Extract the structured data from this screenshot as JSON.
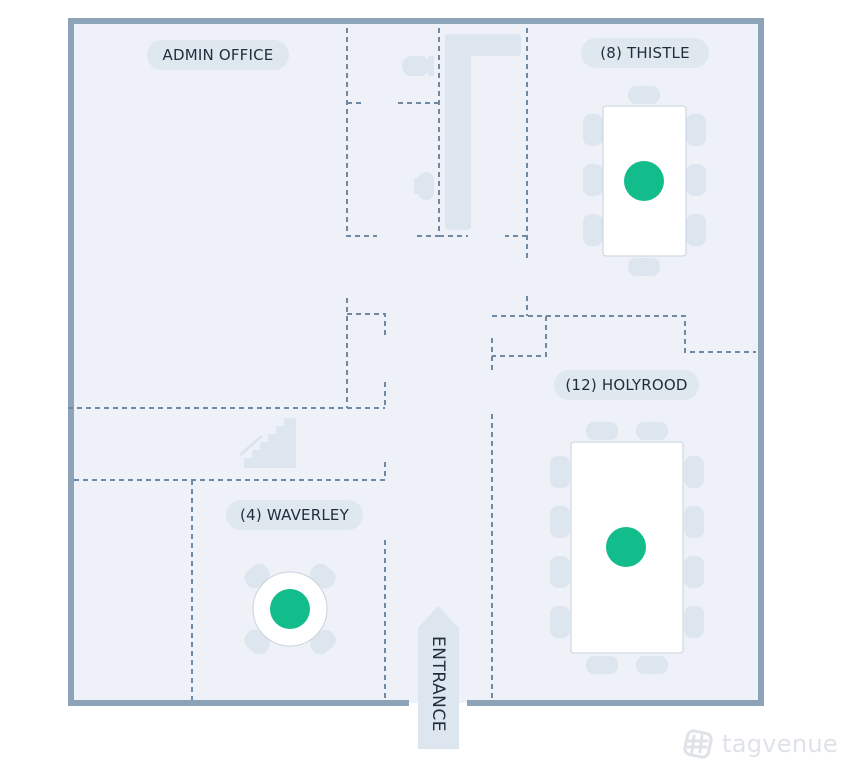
{
  "floorplan": {
    "rooms": [
      {
        "id": "admin",
        "label": "ADMIN OFFICE"
      },
      {
        "id": "thistle",
        "label": "(8) THISTLE"
      },
      {
        "id": "holyrood",
        "label": "(12) HOLYROOD"
      },
      {
        "id": "waverley",
        "label": "(4) WAVERLEY"
      }
    ],
    "entrance": "ENTRANCE"
  },
  "brand": {
    "name": "tagvenue"
  },
  "colors": {
    "wall": "#8da4b8",
    "floor": "#eef2f8",
    "partition": "#6f89a3",
    "furniture": "#dde5ee",
    "table": "#ffffff",
    "marker": "#13bc8b"
  }
}
